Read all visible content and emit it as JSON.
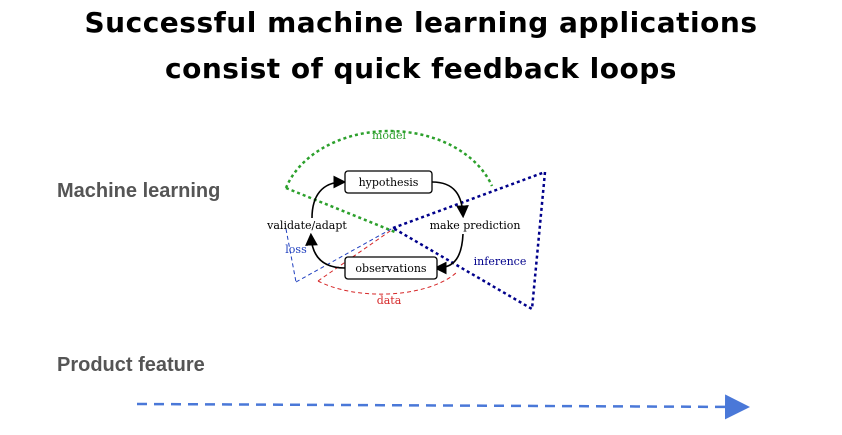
{
  "title": {
    "line1": "Successful machine learning applications",
    "line2": "consist of quick feedback loops"
  },
  "labels": {
    "machine_learning": "Machine learning",
    "product_feature": "Product feature"
  },
  "diagram": {
    "nodes": {
      "hypothesis": "hypothesis",
      "observations": "observations",
      "validate": "validate/adapt",
      "predict": "make prediction"
    },
    "regions": {
      "model": "model",
      "data": "data",
      "loss": "loss",
      "inference": "inference"
    },
    "colors": {
      "model": "#2ca02c",
      "data": "#d62728",
      "loss": "#1f3fbf",
      "inference": "#00008b",
      "arrow": "#4a78d8"
    }
  }
}
